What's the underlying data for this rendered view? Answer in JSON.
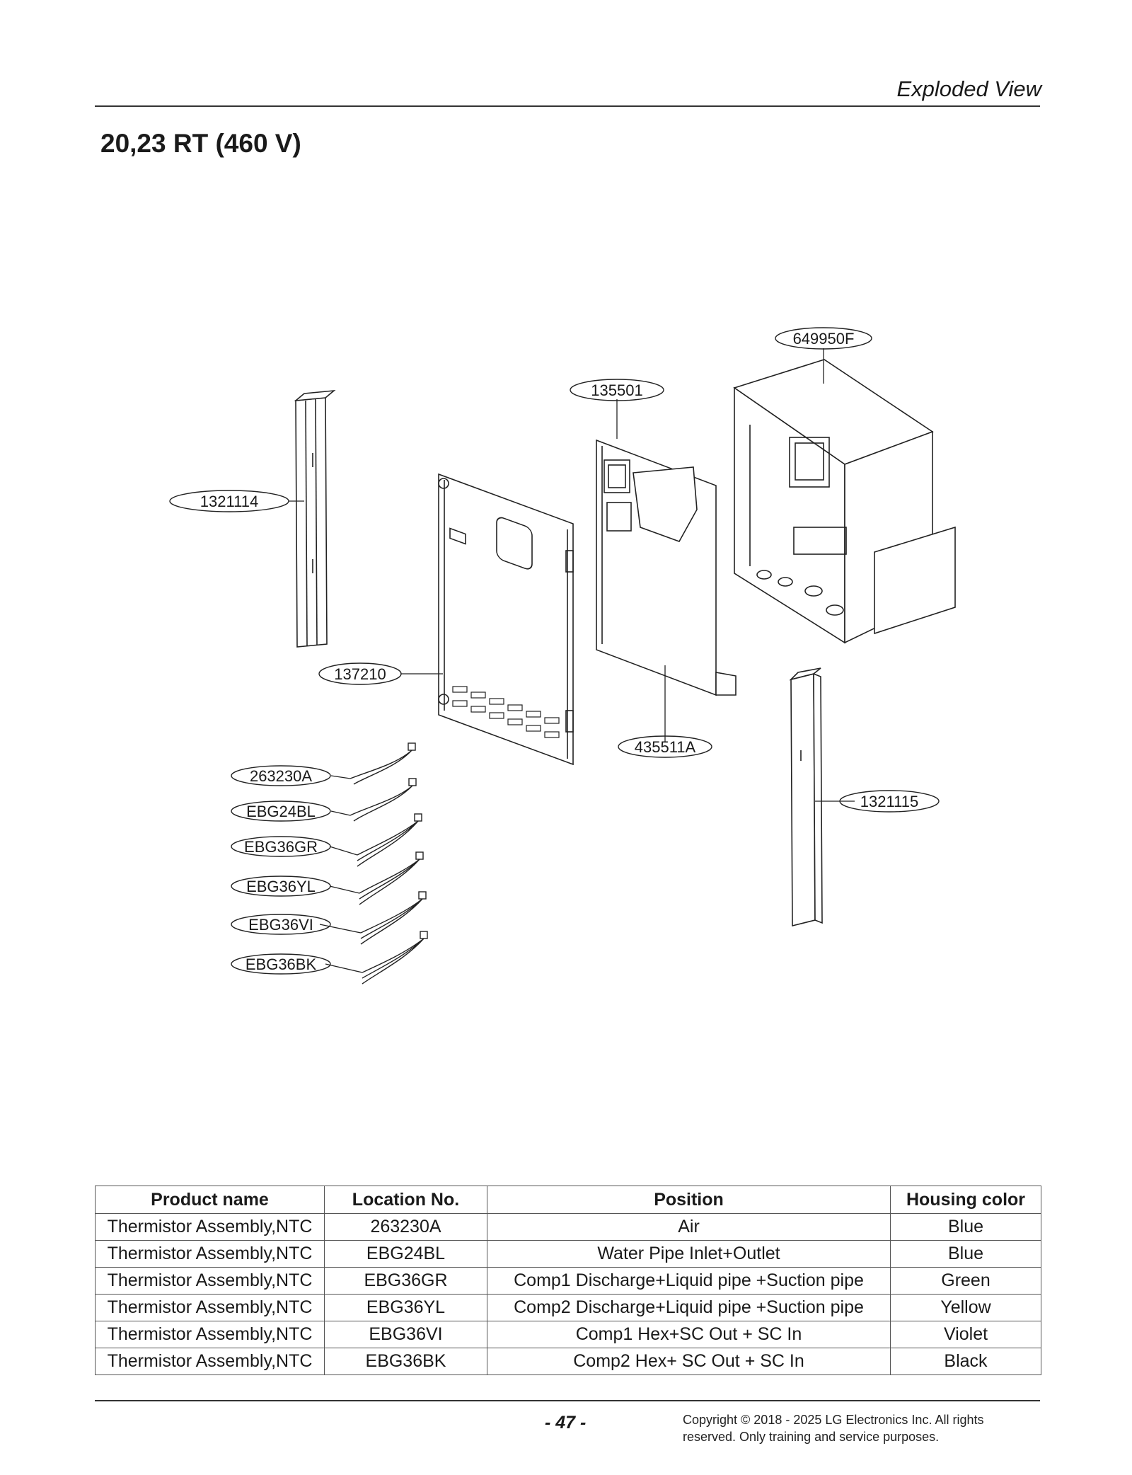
{
  "header": {
    "section_title": "Exploded View"
  },
  "page_title": "20,23 RT (460 V)",
  "diagram": {
    "callouts": {
      "top_box": "649950F",
      "control_plate": "135501",
      "left_side_panel": "1321114",
      "front_panel": "137210",
      "back_plate": "435511A",
      "right_side_panel": "1321115",
      "thermistor_1": "263230A",
      "thermistor_2": "EBG24BL",
      "thermistor_3": "EBG36GR",
      "thermistor_4": "EBG36YL",
      "thermistor_5": "EBG36VI",
      "thermistor_6": "EBG36BK"
    }
  },
  "table": {
    "headers": [
      "Product name",
      "Location No.",
      "Position",
      "Housing color"
    ],
    "rows": [
      [
        "Thermistor Assembly,NTC",
        "263230A",
        "Air",
        "Blue"
      ],
      [
        "Thermistor Assembly,NTC",
        "EBG24BL",
        "Water Pipe Inlet+Outlet",
        "Blue"
      ],
      [
        "Thermistor Assembly,NTC",
        "EBG36GR",
        "Comp1 Discharge+Liquid pipe +Suction pipe",
        "Green"
      ],
      [
        "Thermistor Assembly,NTC",
        "EBG36YL",
        "Comp2 Discharge+Liquid pipe +Suction pipe",
        "Yellow"
      ],
      [
        "Thermistor Assembly,NTC",
        "EBG36VI",
        "Comp1 Hex+SC Out + SC In",
        "Violet"
      ],
      [
        "Thermistor Assembly,NTC",
        "EBG36BK",
        "Comp2 Hex+ SC Out + SC In",
        "Black"
      ]
    ]
  },
  "footer": {
    "page_number": "- 47 -",
    "copyright_line1": "Copyright © 2018 - 2025 LG Electronics Inc. All rights",
    "copyright_line2": "reserved. Only training and service purposes."
  }
}
